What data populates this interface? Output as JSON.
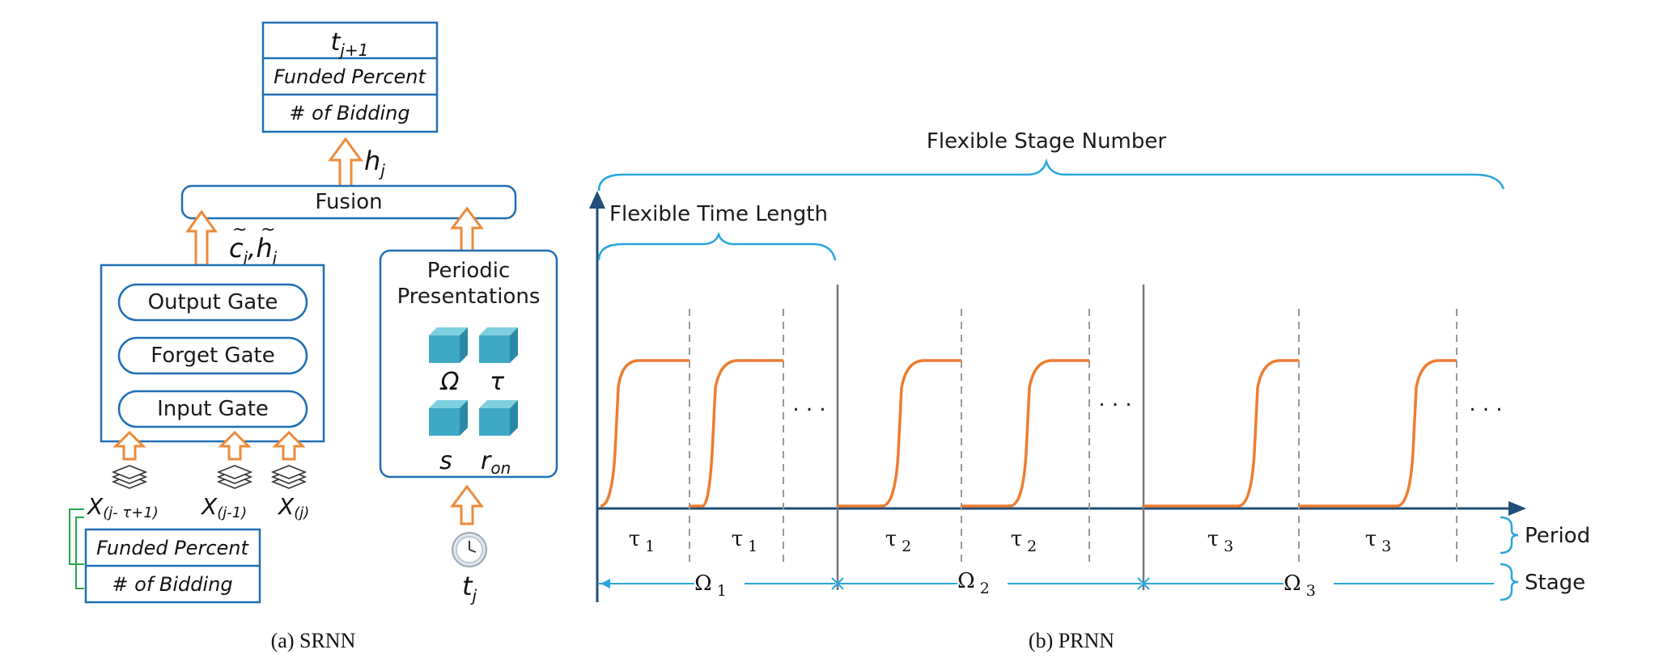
{
  "srnn": {
    "output_box": {
      "title": "t",
      "title_sub": "j+1",
      "row1": "Funded Percent",
      "row2": "# of Bidding"
    },
    "h_label": "h",
    "h_sub": "j",
    "fusion": "Fusion",
    "ch_label_c": "c",
    "ch_sub_c": "j",
    "ch_sep": ",",
    "ch_label_h": "h",
    "ch_sub_h": "j",
    "tilde": "~",
    "gates": {
      "output": "Output Gate",
      "forget": "Forget Gate",
      "input": "Input Gate"
    },
    "inputs": [
      {
        "base": "X",
        "sub": "(j- τ+1)"
      },
      {
        "base": "X",
        "sub": "(j-1)"
      },
      {
        "base": "X",
        "sub": "(j)"
      }
    ],
    "input_box": {
      "row1": "Funded Percent",
      "row2": "# of Bidding"
    },
    "periodic": {
      "title_line1": "Periodic",
      "title_line2": "Presentations",
      "omega": "Ω",
      "tau": "τ",
      "s": "s",
      "r": "r",
      "r_sub": "on"
    },
    "t_label": "t",
    "t_sub": "j",
    "caption": "(a)  SRNN"
  },
  "prnn": {
    "title": "Flexible Stage Number",
    "flex_time": "Flexible Time Length",
    "ellipsis": ". . .",
    "periods": [
      {
        "symbol": "τ",
        "sub": "1"
      },
      {
        "symbol": "τ",
        "sub": "1"
      },
      {
        "symbol": "τ",
        "sub": "2"
      },
      {
        "symbol": "τ",
        "sub": "2"
      },
      {
        "symbol": "τ",
        "sub": "3"
      },
      {
        "symbol": "τ",
        "sub": "3"
      }
    ],
    "stages": [
      {
        "symbol": "Ω",
        "sub": "1"
      },
      {
        "symbol": "Ω",
        "sub": "2"
      },
      {
        "symbol": "Ω",
        "sub": "3"
      }
    ],
    "period_label": "Period",
    "stage_label": "Stage",
    "caption": "(b)  PRNN"
  },
  "colors": {
    "box_stroke": "#1f6fb5",
    "arrow": "#ee8a3a",
    "curve": "#ed7d31",
    "brace": "#2aa6dc",
    "axis": "#1f4e79"
  }
}
